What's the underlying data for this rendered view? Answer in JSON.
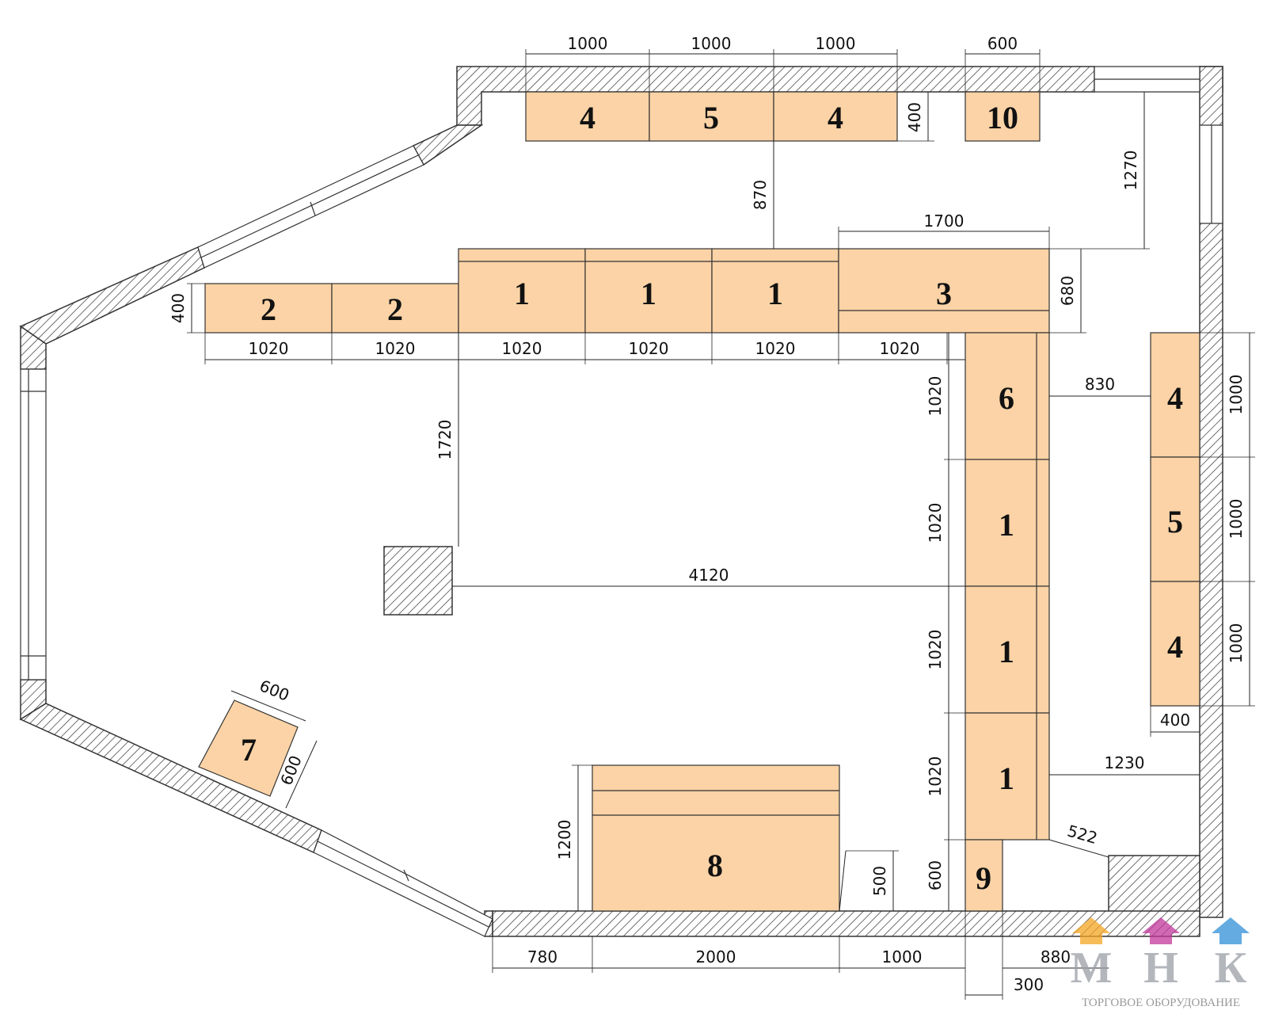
{
  "units": {
    "top_left_4": "4",
    "top_5": "5",
    "top_right_4": "4",
    "top_10": "10",
    "row2_a": "2",
    "row2_b": "2",
    "row1_a": "1",
    "row1_b": "1",
    "row1_c": "1",
    "unit3": "3",
    "col6": "6",
    "col1_a": "1",
    "col1_b": "1",
    "col1_c": "1",
    "right_4a": "4",
    "right_5": "5",
    "right_4b": "4",
    "unit7": "7",
    "unit8": "8",
    "unit9": "9"
  },
  "dimensions": {
    "top_1000_a": "1000",
    "top_1000_b": "1000",
    "top_1000_c": "1000",
    "top_600": "600",
    "top_400": "400",
    "gap_870": "870",
    "gap_1270": "1270",
    "w_1700": "1700",
    "h_680": "680",
    "h_400_left": "400",
    "row_1020_a": "1020",
    "row_1020_b": "1020",
    "row_1020_c": "1020",
    "row_1020_d": "1020",
    "row_1020_e": "1020",
    "row_1020_f": "1020",
    "col_1020_a": "1020",
    "col_1020_b": "1020",
    "col_1020_c": "1020",
    "col_1020_d": "1020",
    "col_600": "600",
    "gap_1720": "1720",
    "gap_4120": "4120",
    "gap_830": "830",
    "right_1000_a": "1000",
    "right_1000_b": "1000",
    "right_1000_c": "1000",
    "right_400": "400",
    "gap_1230": "1230",
    "diag_522": "522",
    "u7_600_a": "600",
    "u7_600_b": "600",
    "h_1200": "1200",
    "h_500": "500",
    "bot_780": "780",
    "bot_2000": "2000",
    "bot_1000": "1000",
    "bot_880": "880",
    "bot_300": "300"
  },
  "logo": {
    "letter_1": "М",
    "letter_2": "Н",
    "letter_3": "К",
    "caption": "ТОРГОВОЕ ОБОРУДОВАНИЕ",
    "colors": [
      "#f5a623",
      "#c2379b",
      "#2f8fd8"
    ]
  }
}
